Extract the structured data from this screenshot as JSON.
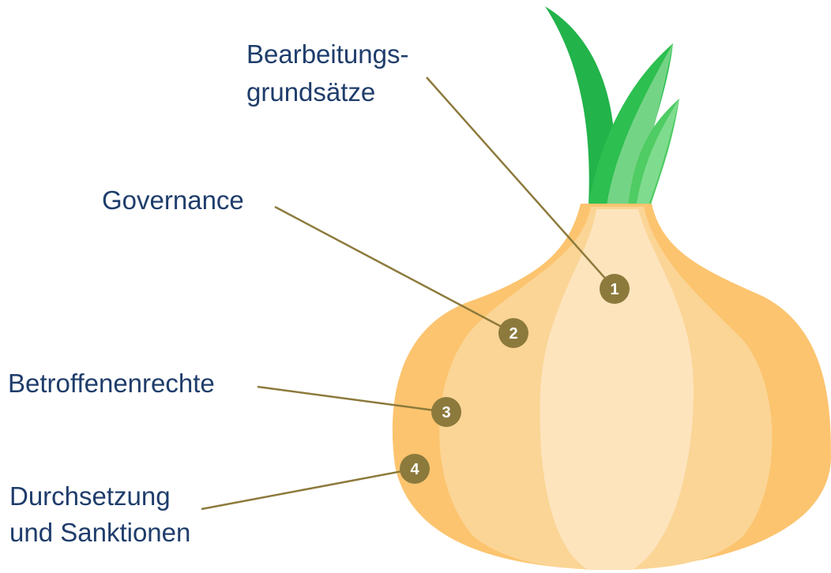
{
  "labels": {
    "bearbeitung_line1": "Bearbeitungs-",
    "bearbeitung_line2": "grundsätze",
    "governance": "Governance",
    "betroffenenrechte": "Betroffenenrechte",
    "durchsetzung_line1": "Durchsetzung",
    "durchsetzung_line2": "und Sanktionen"
  },
  "badges": [
    "1",
    "2",
    "3",
    "4"
  ],
  "colors": {
    "label_text": "#1f3d6b",
    "connector": "#8c7a3c",
    "badge_fill": "#8c7a3c",
    "onion_outer": "#fcc46f",
    "onion_mid": "#fbd596",
    "onion_inner": "#fde4bd",
    "leaf_dark": "#28b94a",
    "leaf_light": "#6fd482"
  }
}
